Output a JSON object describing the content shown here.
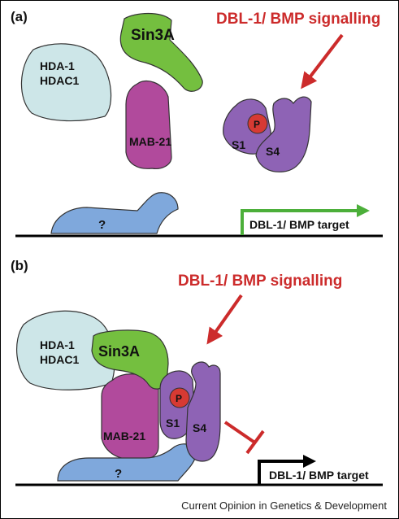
{
  "panel_a": {
    "panel_label": "(a)",
    "signal_label": "DBL-1/ BMP signalling",
    "hdac_line1": "HDA-1",
    "hdac_line2": "HDAC1",
    "sin3a_label": "Sin3A",
    "mab21_label": "MAB-21",
    "p_label": "P",
    "s1_label": "S1",
    "s4_label": "S4",
    "unknown_label": "?",
    "target_label": "DBL-1/ BMP target"
  },
  "panel_b": {
    "panel_label": "(b)",
    "signal_label": "DBL-1/ BMP signalling",
    "hdac_line1": "HDA-1",
    "hdac_line2": "HDAC1",
    "sin3a_label": "Sin3A",
    "mab21_label": "MAB-21",
    "p_label": "P",
    "s1_label": "S1",
    "s4_label": "S4",
    "unknown_label": "?",
    "target_label": "DBL-1/ BMP target"
  },
  "credit": "Current Opinion in Genetics & Development",
  "colors": {
    "hdac_fill": "#cde6e8",
    "sin3a_fill": "#74bf3f",
    "mab21_fill": "#b14a9c",
    "smad_fill": "#8e63b5",
    "phospho_fill": "#d73a33",
    "unknown_fill": "#7fa8dc",
    "signal_red": "#cc2b2b",
    "active_arrow": "#4caf3a"
  }
}
